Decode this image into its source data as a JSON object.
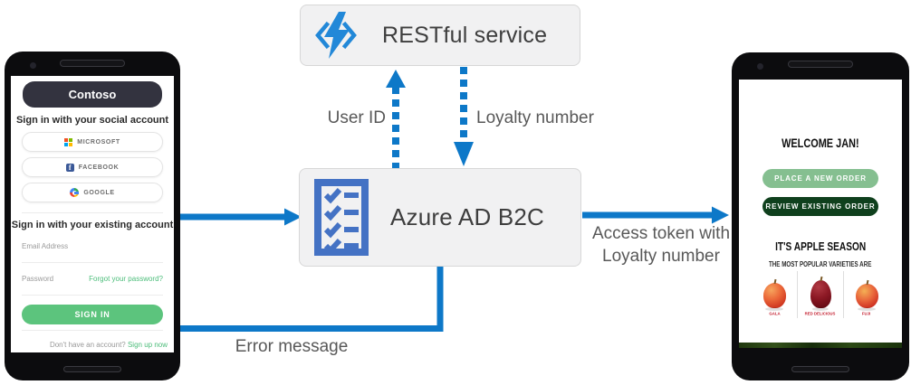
{
  "diagram": {
    "restful_service": {
      "label": "RESTful service"
    },
    "azure_ad_b2c": {
      "label": "Azure AD B2C"
    },
    "arrows": {
      "user_id": "User ID",
      "loyalty_number": "Loyalty number",
      "access_token": "Access token with\nLoyalty number",
      "error_message": "Error message"
    },
    "colors": {
      "arrow_blue": "#0d78c8",
      "box_background": "#f1f1f2",
      "box_border": "#d7d7d7",
      "checklist_icon_blue": "#4472c4",
      "function_icon_blue": "#2288d8"
    }
  },
  "left_phone": {
    "app_title": "Contoso",
    "social_heading": "Sign in with your social account",
    "social_buttons": [
      {
        "label": "MICROSOFT"
      },
      {
        "label": "FACEBOOK"
      },
      {
        "label": "GOOGLE"
      }
    ],
    "facebook_glyph": "f",
    "existing_heading": "Sign in with your existing account",
    "email_label": "Email Address",
    "password_label": "Password",
    "forgot_link": "Forgot your password?",
    "sign_in_button": "SIGN IN",
    "signup_text": "Don't have an account? ",
    "signup_link": "Sign up now",
    "colors": {
      "header_background": "#33333f",
      "accent_green": "#5cc47d",
      "link_green": "#4cbd7a"
    }
  },
  "right_phone": {
    "welcome": "WELCOME JAN!",
    "primary_button": "PLACE A NEW ORDER",
    "secondary_button": "REVIEW EXISTING ORDER",
    "promo_title": "IT'S APPLE SEASON",
    "promo_subtitle": "THE MOST POPULAR VARIETIES ARE",
    "apples": [
      {
        "name": "GALA"
      },
      {
        "name": "RED DELICIOUS"
      },
      {
        "name": "FUJI"
      }
    ],
    "colors": {
      "light_green": "#85bf90",
      "dark_green": "#0f401d",
      "variety_red": "#c42030"
    }
  }
}
